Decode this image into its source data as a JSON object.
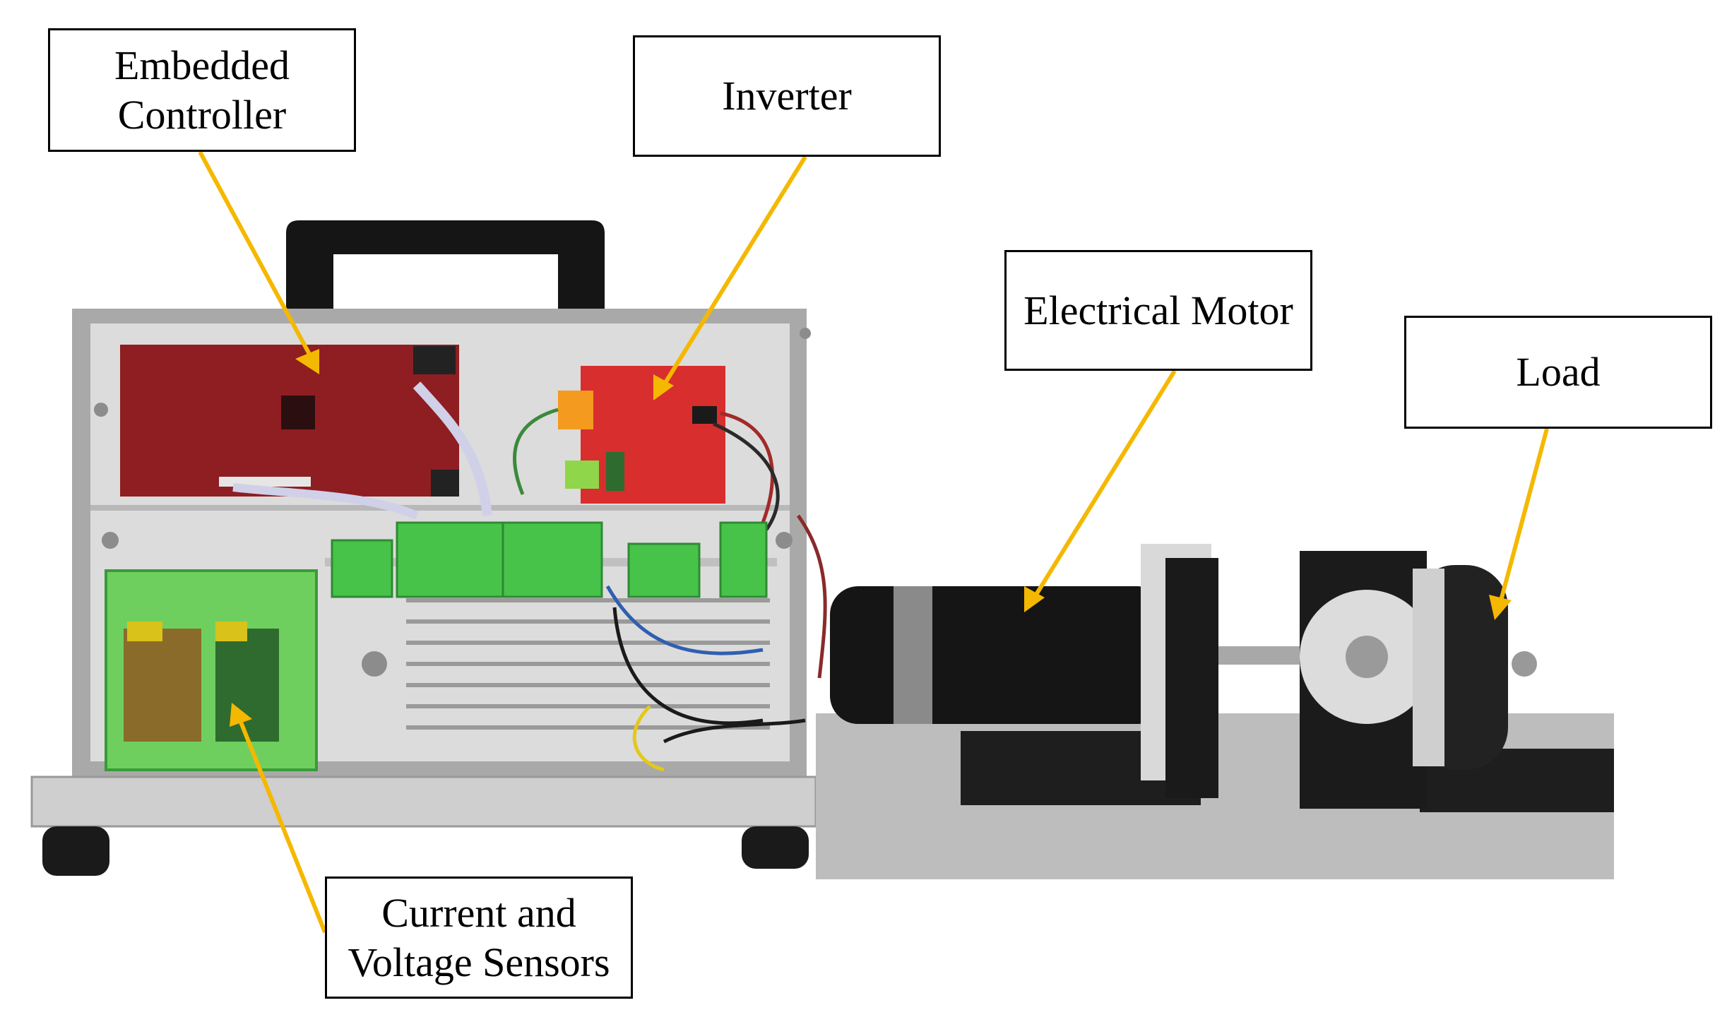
{
  "figure": {
    "labels": {
      "embedded_controller": "Embedded\nController",
      "inverter": "Inverter",
      "electrical_motor": "Electrical Motor",
      "load": "Load",
      "sensors": "Current and\nVoltage Sensors"
    },
    "arrow_color": "#F5B800",
    "colors": {
      "controller_board": "#8E1E22",
      "inverter_board": "#D82E2E",
      "terminal_blocks": "#47C34A",
      "sensor_enclosure": "#6FCF5E",
      "motor_body": "#151515",
      "chassis_panel": "#DCDCDC",
      "base_plate": "#BDBDBD"
    }
  }
}
